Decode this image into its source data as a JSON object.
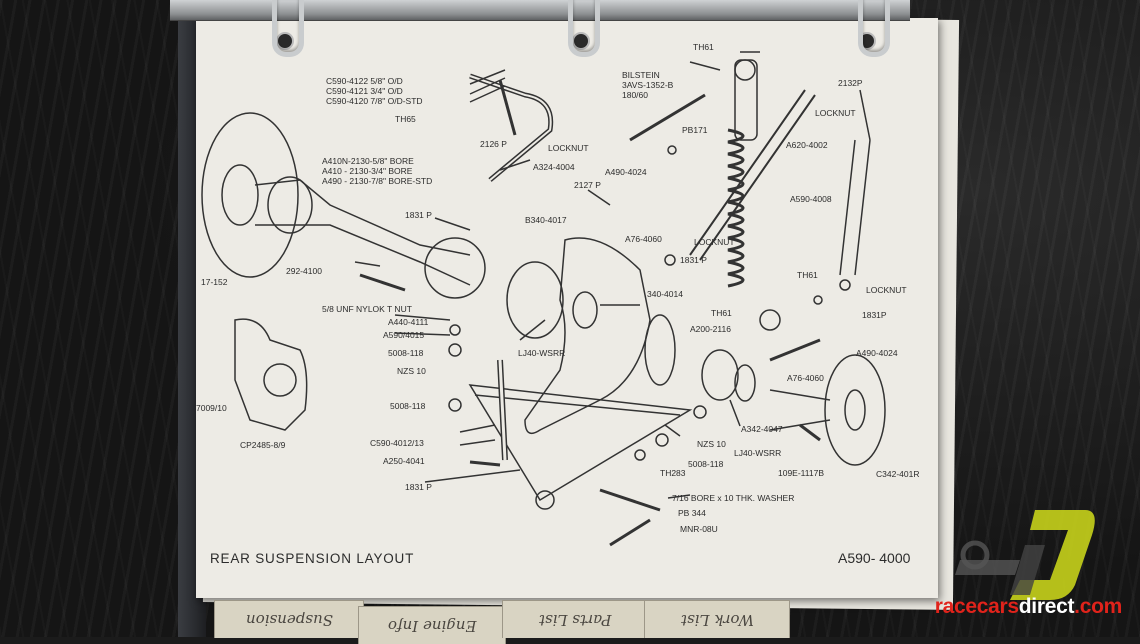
{
  "diagram": {
    "title": "REAR SUSPENSION LAYOUT",
    "drawing_number": "A590- 4000",
    "labels": {
      "c590_4122": "C590-4122 5/8\" O/D",
      "c590_4121": "C590-4121 3/4\" O/D",
      "c590_4120": "C590-4120 7/8\" O/D-STD",
      "th65": "TH65",
      "p2126": "2126 P",
      "locknut_1": "LOCKNUT",
      "a324": "A324-4004",
      "a410n": "A410N-2130-5/8\" BORE",
      "a410": "A410 - 2130-3/4\" BORE",
      "a490_2130": "A490 - 2130-7/8\" BORE-STD",
      "p2127": "2127 P",
      "a490_4024_top": "A490-4024",
      "p1831_a": "1831 P",
      "b340": "B340-4017",
      "a76_top": "A76-4060",
      "locknut_2": "LOCKNUT",
      "p1831_b": "1831 P",
      "th61_top": "TH61",
      "bilstein": "BILSTEIN",
      "bilstein_code": "3AVS-1352-B",
      "bilstein_size": "180/60",
      "pb171": "PB171",
      "a620": "A620-4002",
      "p2132": "2132P",
      "locknut_3": "LOCKNUT",
      "a590_4008": "A590-4008",
      "th61_right": "TH61",
      "locknut_4": "LOCKNUT",
      "p1831_c": "1831P",
      "p292": "292-4100",
      "d17_152": "17-152",
      "unf_nut": "5/8 UNF NYLOK T NUT",
      "a440": "A440-4111",
      "a590_4015": "A590/4015",
      "n5008_a": "5008-118",
      "nzs10_a": "NZS 10",
      "n5008_b": "5008-118",
      "lj40_a": "LJ40-WSRR",
      "p340_4014": "340-4014",
      "th61_mid": "TH61",
      "a200": "A200-2116",
      "a490_4024_r": "A490-4024",
      "a76_r": "A76-4060",
      "c7009": "7009/10",
      "cp2485": "CP2485-8/9",
      "c590_4012": "C590-4012/13",
      "a250": "A250-4041",
      "a342": "A342-4047",
      "nzs10_b": "NZS 10",
      "lj40_b": "LJ40-WSRR",
      "n5008_c": "5008-118",
      "th283": "TH283",
      "b109": "109E-1117B",
      "c342": "C342-401R",
      "p1831_d": "1831 P",
      "washer": "7/16 BORE x 10 THK. WASHER",
      "pb344": "PB 344",
      "mnr": "MNR-08U"
    }
  },
  "tabs": [
    {
      "label": "Suspension"
    },
    {
      "label": "Engine Info"
    },
    {
      "label": "Parts List"
    },
    {
      "label": "Work List"
    }
  ],
  "watermark": {
    "part1": "racecars",
    "part2": "direct",
    "part3": ".com",
    "colors": {
      "red": "#e0231b",
      "white": "#ffffff",
      "yellow": "#d8e021"
    }
  }
}
